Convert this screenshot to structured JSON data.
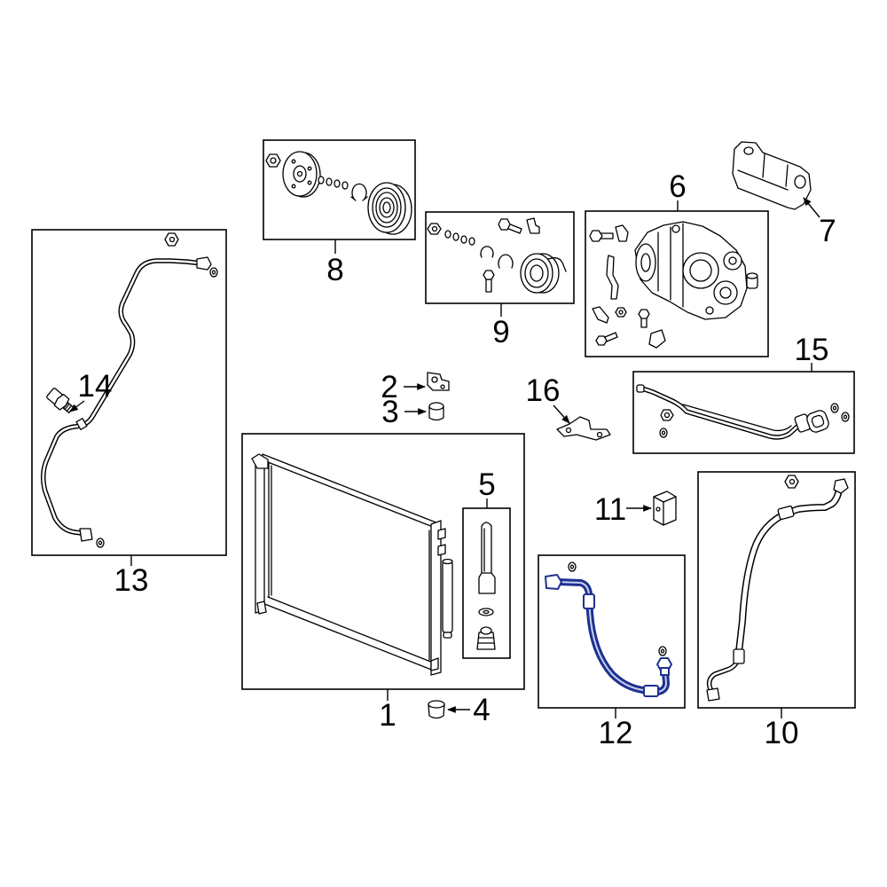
{
  "diagram": {
    "callouts": {
      "part_1": "1",
      "part_2": "2",
      "part_3": "3",
      "part_4": "4",
      "part_5": "5",
      "part_6": "6",
      "part_7": "7",
      "part_8": "8",
      "part_9": "9",
      "part_10": "10",
      "part_11": "11",
      "part_12": "12",
      "part_13": "13",
      "part_14": "14",
      "part_15": "15",
      "part_16": "16"
    },
    "colors": {
      "background": "#ffffff",
      "outline": "#000000",
      "highlight": "#1e3190"
    },
    "highlighted_callout": "12"
  }
}
